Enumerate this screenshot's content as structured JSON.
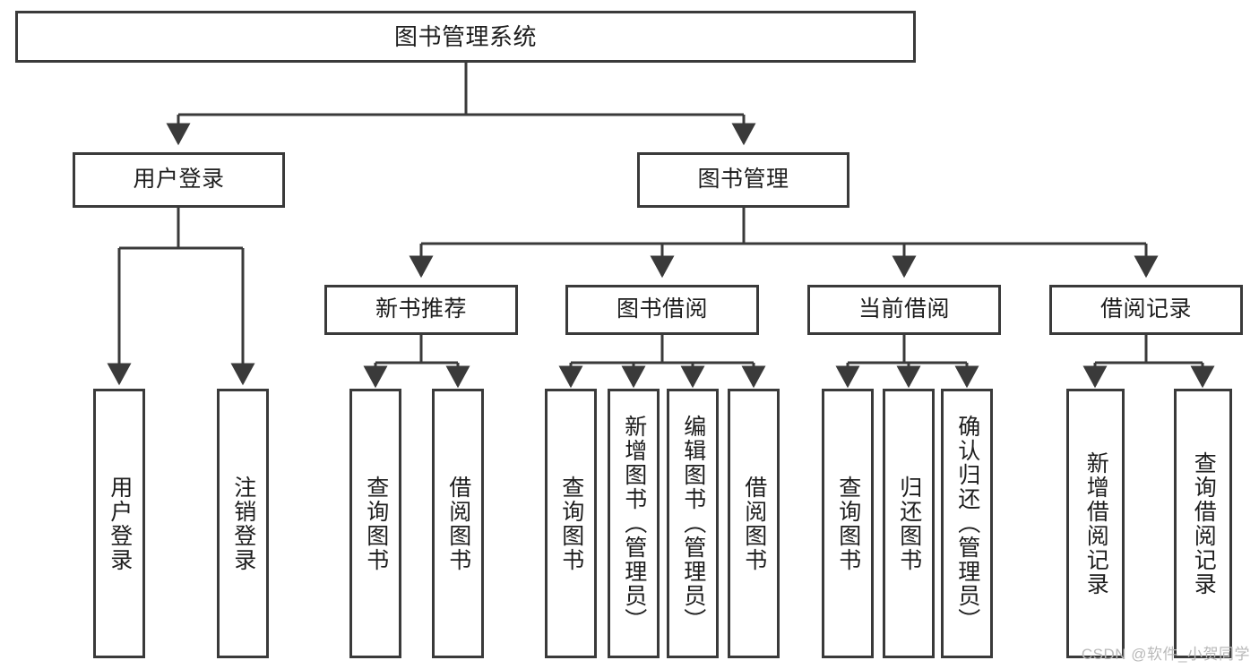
{
  "diagram": {
    "title": "图书管理系统",
    "type": "tree-hierarchy-diagram",
    "colors": {
      "background": "#ffffff",
      "border": "#3a3a3a",
      "text": "#1d1d1d",
      "connector": "#3a3a3a",
      "watermark": "#b9b9b9"
    },
    "nodes": {
      "root": {
        "label": "图书管理系统"
      },
      "level2": [
        {
          "label": "用户登录"
        },
        {
          "label": "图书管理"
        }
      ],
      "level3": [
        {
          "label": "新书推荐"
        },
        {
          "label": "图书借阅"
        },
        {
          "label": "当前借阅"
        },
        {
          "label": "借阅记录"
        }
      ],
      "leaves_user_login": [
        {
          "label": "用户登录"
        },
        {
          "label": "注销登录"
        }
      ],
      "leaves_new_book": [
        {
          "label": "查询图书"
        },
        {
          "label": "借阅图书"
        }
      ],
      "leaves_borrow": [
        {
          "label": "查询图书"
        },
        {
          "label": "新增图书（管理员）"
        },
        {
          "label": "编辑图书（管理员）"
        },
        {
          "label": "借阅图书"
        }
      ],
      "leaves_current": [
        {
          "label": "查询图书"
        },
        {
          "label": "归还图书"
        },
        {
          "label": "确认归还（管理员）"
        }
      ],
      "leaves_records": [
        {
          "label": "新增借阅记录"
        },
        {
          "label": "查询借阅记录"
        }
      ]
    },
    "watermark": "CSDN @软件_小贺同学"
  }
}
